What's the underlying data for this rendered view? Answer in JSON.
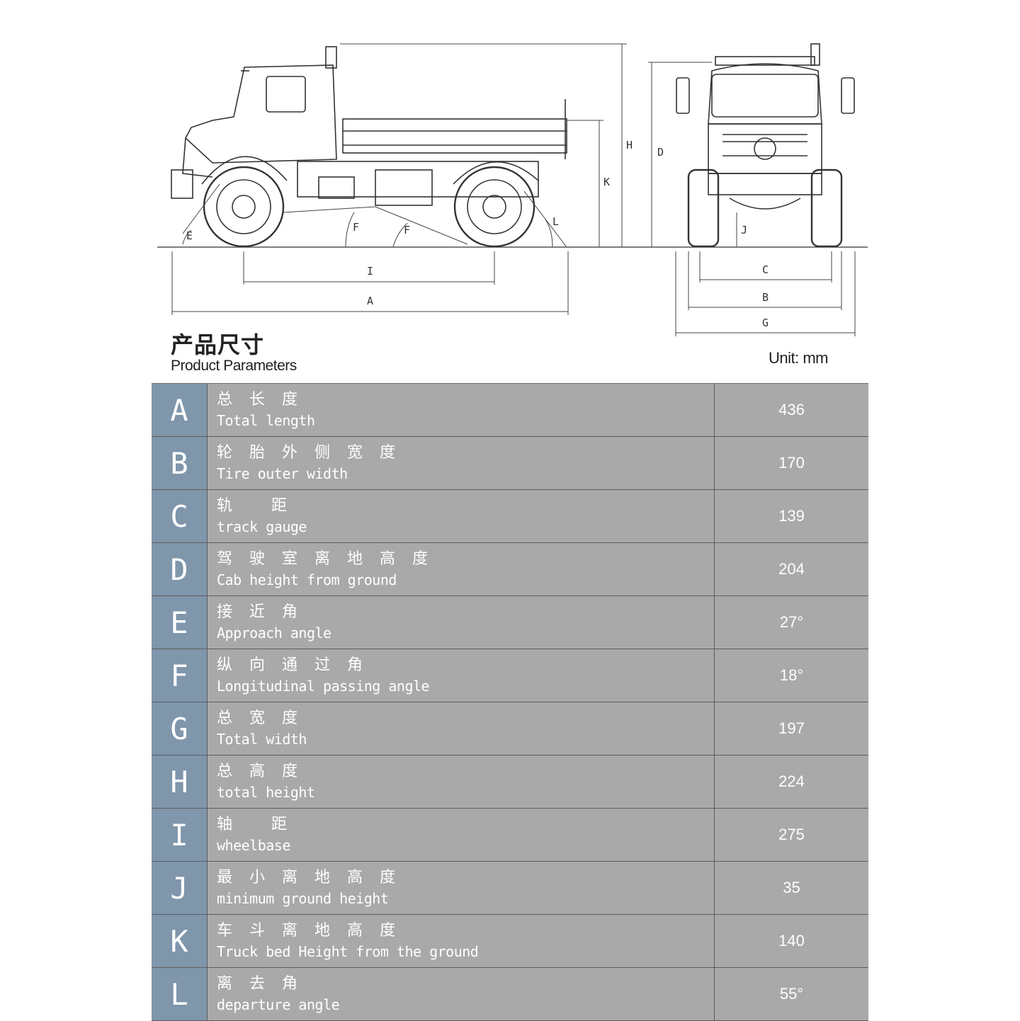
{
  "header": {
    "title_cn": "产品尺寸",
    "title_en": "Product Parameters",
    "unit": "Unit: mm"
  },
  "drawing": {
    "side_view_labels": [
      "A",
      "I",
      "E",
      "F",
      "F",
      "L",
      "K",
      "H"
    ],
    "front_view_labels": [
      "D",
      "J",
      "C",
      "B",
      "G"
    ]
  },
  "rows": [
    {
      "letter": "A",
      "name_cn": "总长度",
      "name_en": "Total length",
      "value": "436"
    },
    {
      "letter": "B",
      "name_cn": "轮胎外侧宽度",
      "name_en": "Tire outer width",
      "value": "170"
    },
    {
      "letter": "C",
      "name_cn": "轨 距",
      "name_en": "track gauge",
      "value": "139"
    },
    {
      "letter": "D",
      "name_cn": "驾驶室离地高度",
      "name_en": "Cab height from ground",
      "value": "204"
    },
    {
      "letter": "E",
      "name_cn": "接近角",
      "name_en": "Approach angle",
      "value": "27°"
    },
    {
      "letter": "F",
      "name_cn": "纵向通过角",
      "name_en": "Longitudinal passing angle",
      "value": "18°"
    },
    {
      "letter": "G",
      "name_cn": "总宽度",
      "name_en": "Total width",
      "value": "197"
    },
    {
      "letter": "H",
      "name_cn": "总高度",
      "name_en": "total height",
      "value": "224"
    },
    {
      "letter": "I",
      "name_cn": "轴 距",
      "name_en": "wheelbase",
      "value": "275"
    },
    {
      "letter": "J",
      "name_cn": "最小离地高度",
      "name_en": "minimum ground height",
      "value": "35"
    },
    {
      "letter": "K",
      "name_cn": "车斗离地高度",
      "name_en": "Truck bed Height from the ground",
      "value": "140"
    },
    {
      "letter": "L",
      "name_cn": "离去角",
      "name_en": "departure angle",
      "value": "55°"
    }
  ]
}
